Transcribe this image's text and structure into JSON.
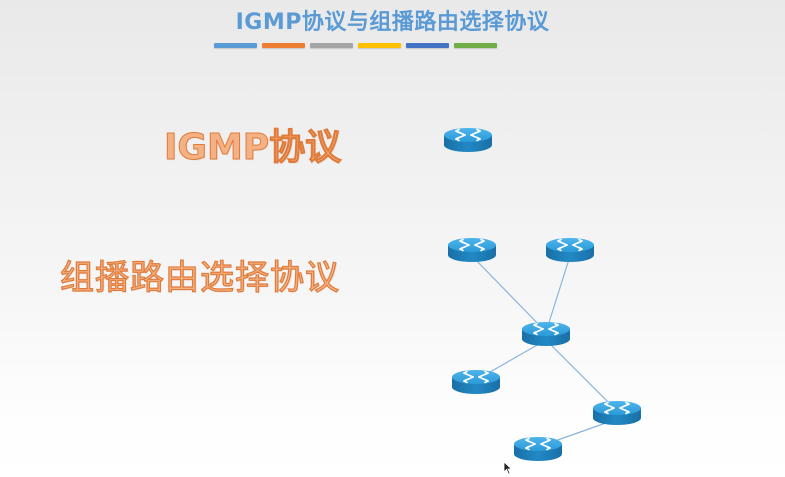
{
  "slide": {
    "title": "IGMP协议与组播路由选择协议",
    "color_bars": [
      "#5b9bd5",
      "#ed7d31",
      "#a5a5a5",
      "#ffc000",
      "#4472c4",
      "#70ad47"
    ],
    "headings": {
      "igmp": "IGMP协议",
      "multicast_routing": "组播路由选择协议"
    }
  },
  "network_diagram": {
    "router_icon": "router-icon",
    "router_color": "#1b8fd0",
    "link_color": "#8ab4dc",
    "routers": [
      {
        "id": "r0",
        "group": "igmp"
      },
      {
        "id": "r1",
        "group": "multicast"
      },
      {
        "id": "r2",
        "group": "multicast"
      },
      {
        "id": "r3",
        "group": "multicast"
      },
      {
        "id": "r4",
        "group": "multicast"
      },
      {
        "id": "r5",
        "group": "multicast"
      },
      {
        "id": "r6",
        "group": "multicast"
      }
    ],
    "links": [
      [
        "r1",
        "r3"
      ],
      [
        "r2",
        "r3"
      ],
      [
        "r3",
        "r4"
      ],
      [
        "r3",
        "r5"
      ],
      [
        "r5",
        "r6"
      ]
    ]
  }
}
